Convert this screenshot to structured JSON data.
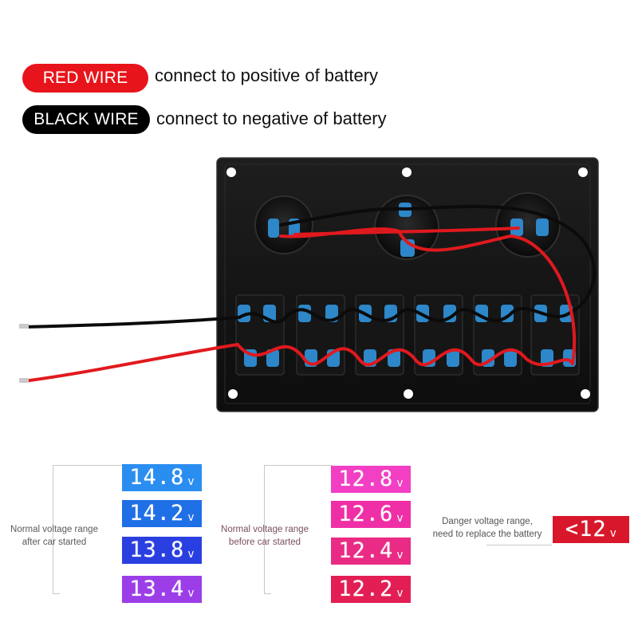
{
  "legend": {
    "red_wire": {
      "label": "RED WIRE",
      "text": "connect to positive of battery",
      "color": "#e8141b"
    },
    "black_wire": {
      "label": "BLACK WIRE",
      "text": "connect to negative of battery",
      "color": "#000000"
    }
  },
  "panel": {
    "description_icon": "switch-panel-photo"
  },
  "voltage_groups": [
    {
      "label": "Normal voltage range\nafter car started",
      "readings": [
        {
          "value": "14.8",
          "unit": "v",
          "color": "#2a8ef0"
        },
        {
          "value": "14.2",
          "unit": "v",
          "color": "#1f6fe6"
        },
        {
          "value": "13.8",
          "unit": "v",
          "color": "#2a3fe0"
        },
        {
          "value": "13.4",
          "unit": "v",
          "color": "#9b3ee8"
        }
      ]
    },
    {
      "label": "Normal voltage range\nbefore car started",
      "readings": [
        {
          "value": "12.8",
          "unit": "v",
          "color": "#f23fc4"
        },
        {
          "value": "12.6",
          "unit": "v",
          "color": "#ef2fa6"
        },
        {
          "value": "12.4",
          "unit": "v",
          "color": "#ea2b85"
        },
        {
          "value": "12.2",
          "unit": "v",
          "color": "#e21e55"
        }
      ]
    },
    {
      "label": "Danger voltage range,\nneed to replace the battery",
      "readings": [
        {
          "value": "<12",
          "unit": "v",
          "color": "#d8172a"
        }
      ]
    }
  ]
}
